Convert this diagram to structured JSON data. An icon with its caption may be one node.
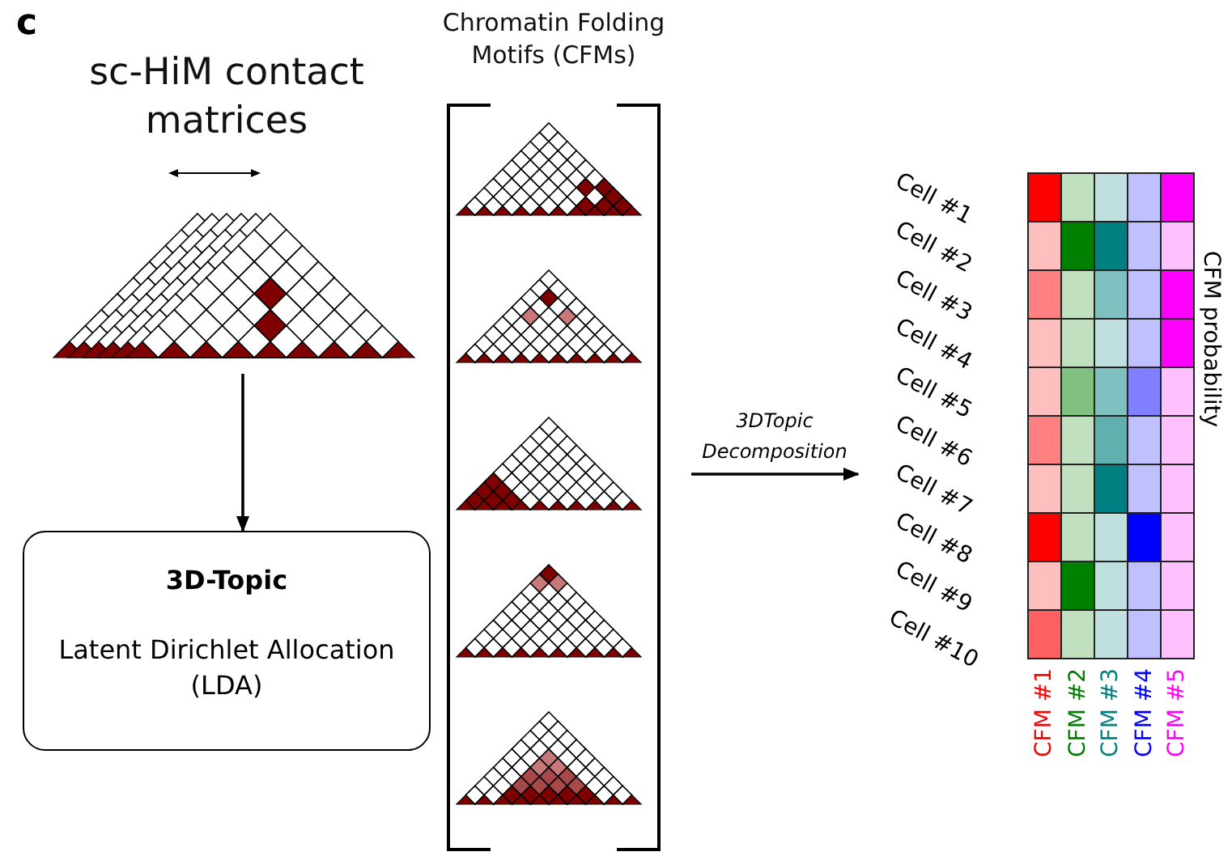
{
  "diagram": {
    "nodes": [
      {
        "text": [
          "sc-HiM contact matrices"
        ]
      },
      {
        "text": [
          "3D-Topic",
          "Latent Dirichlet Allocation (LDA)"
        ]
      },
      {
        "text": [
          "Chromatin Folding Motifs (CFMs)"
        ]
      },
      {
        "text": [],
        "shape": "picture",
        "in": 2
      },
      {
        "text": [],
        "shape": "picture",
        "in": 2
      },
      {
        "text": [],
        "shape": "picture",
        "in": 2
      },
      {
        "text": [],
        "shape": "picture",
        "in": 2
      },
      {
        "text": [],
        "shape": "picture",
        "in": 2
      },
      {
        "text": [],
        "shape": "picture",
        "beside": [
          "Cell #1",
          "Cell #2",
          "Cell #3",
          "Cell #4",
          "Cell #5",
          "Cell #6",
          "Cell #7",
          "Cell #8",
          "Cell #9",
          "Cell #10",
          "CFM #1",
          "CFM #2",
          "CFM #3",
          "CFM #4",
          "CFM #5",
          "CFM probability"
        ]
      }
    ],
    "edges": [
      {
        "from": 0,
        "to": 1,
        "arrow": "to"
      },
      {
        "from": 2,
        "to": 8,
        "arrow": "to",
        "label": "3DTopic Decomposition"
      }
    ],
    "labels": [
      "c"
    ]
  }
}
